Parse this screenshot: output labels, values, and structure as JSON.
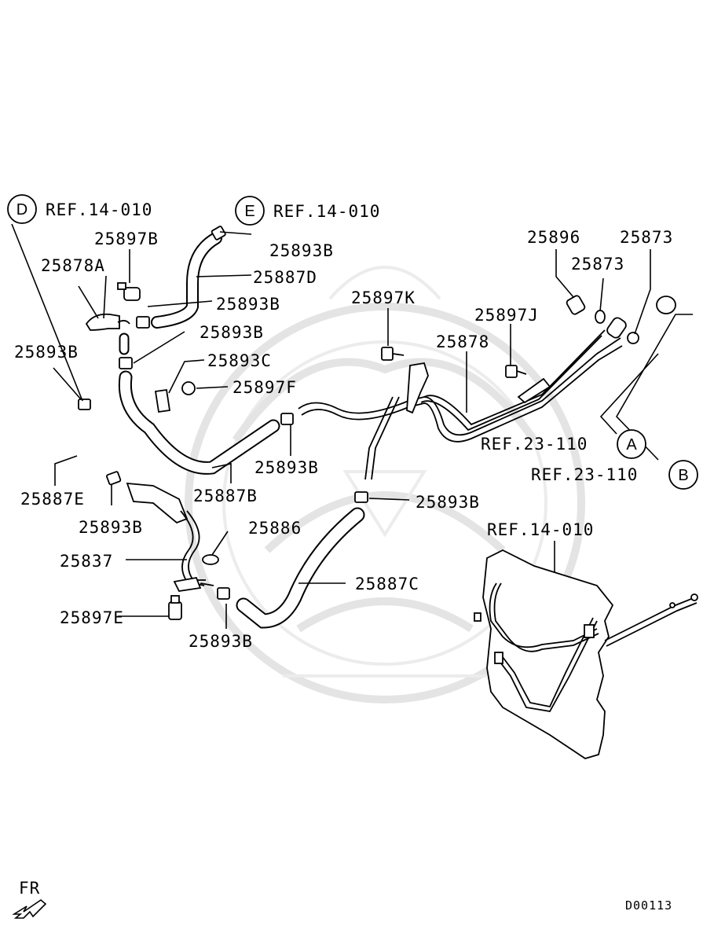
{
  "callouts": [
    "REF.14-010",
    "REF.14-010",
    "REF.23-110",
    "REF.23-110",
    "REF.14-010"
  ],
  "circle_refs": [
    "D",
    "E",
    "A",
    "B"
  ],
  "parts": {
    "p25897B": "25897B",
    "p25878A": "25878A",
    "p25893B_d": "25893B",
    "p25893B_e": "25893B",
    "p25887D": "25887D",
    "p25893B_mid1": "25893B",
    "p25893B_mid2": "25893B",
    "p25893C": "25893C",
    "p25897F": "25897F",
    "p25887E": "25887E",
    "p25893B_left": "25893B",
    "p25887B": "25887B",
    "p25893B_center": "25893B",
    "p25897K": "25897K",
    "p25878": "25878",
    "p25897J": "25897J",
    "p25896": "25896",
    "p25873_a": "25873",
    "p25873_b": "25873",
    "p25893B_right": "25893B",
    "p25886": "25886",
    "p25837": "25837",
    "p25897E": "25897E",
    "p25893B_bottom": "25893B",
    "p25887C": "25887C"
  },
  "orientation": "FR",
  "figure_code": "D00113",
  "icons": [
    "front-direction-arrow-icon",
    "vehicle-inset-icon",
    "watermark-emblem-icon"
  ]
}
